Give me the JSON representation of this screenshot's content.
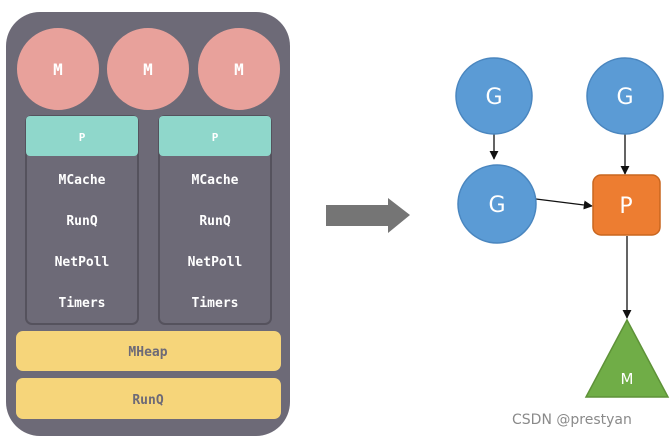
{
  "left_panel": {
    "m_circles": [
      "M",
      "M",
      "M"
    ],
    "processors": [
      {
        "header": "P",
        "items": [
          "MCache",
          "RunQ",
          "NetPoll",
          "Timers"
        ]
      },
      {
        "header": "P",
        "items": [
          "MCache",
          "RunQ",
          "NetPoll",
          "Timers"
        ]
      }
    ],
    "global_bars": [
      "MHeap",
      "RunQ"
    ]
  },
  "right_diagram": {
    "g_nodes": [
      "G",
      "G",
      "G"
    ],
    "p_node": "P",
    "m_node": "M"
  },
  "watermark": "CSDN @prestyan",
  "colors": {
    "panel_bg": "#6d6a77",
    "m_circle": "#e8a19b",
    "p_header": "#8fd7cb",
    "box_bg": "#6d6a77",
    "bar": "#f6d57a",
    "g_node": "#5b9bd5",
    "p_node": "#ed7d31",
    "m_node": "#70ad47",
    "arrow": "#757575"
  }
}
